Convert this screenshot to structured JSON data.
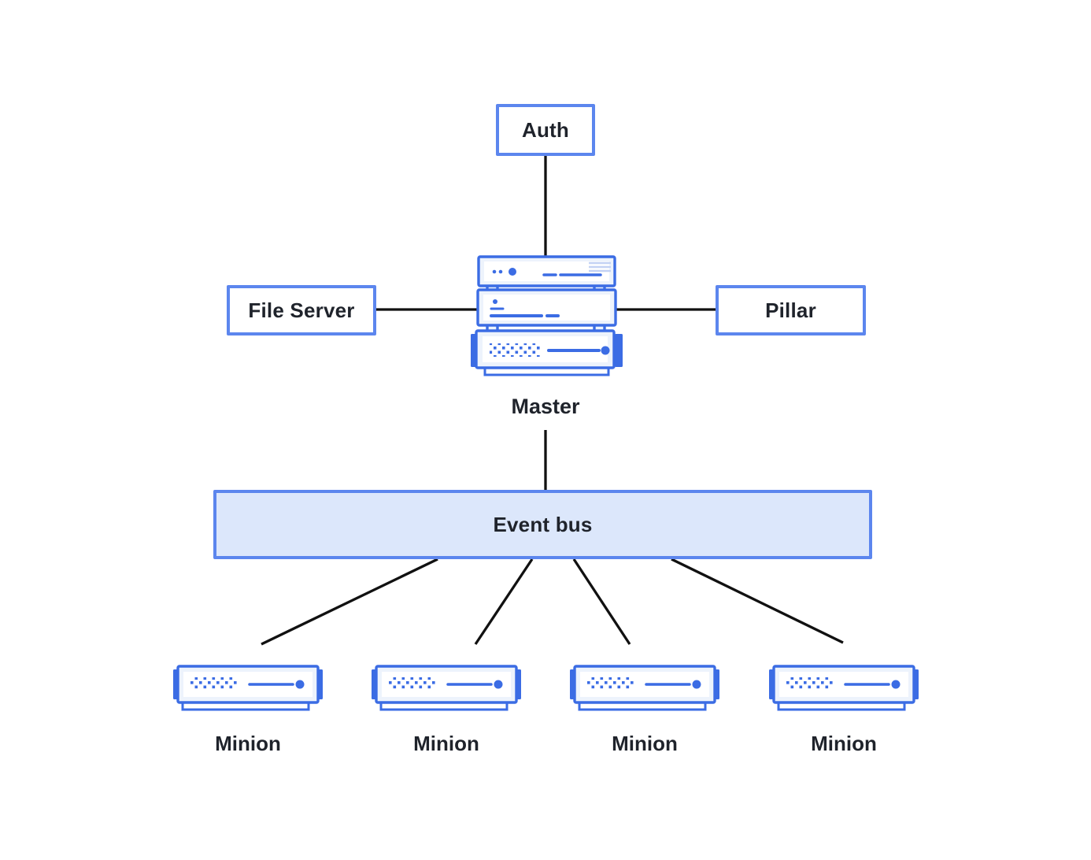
{
  "diagram": {
    "nodes": {
      "auth": {
        "label": "Auth"
      },
      "file_server": {
        "label": "File Server"
      },
      "pillar": {
        "label": "Pillar"
      },
      "master": {
        "label": "Master"
      },
      "event_bus": {
        "label": "Event bus"
      },
      "minions": [
        {
          "label": "Minion"
        },
        {
          "label": "Minion"
        },
        {
          "label": "Minion"
        },
        {
          "label": "Minion"
        }
      ]
    },
    "colors": {
      "box-border": "#5c86ee",
      "icon-blue": "#3b6ce4",
      "icon-fill": "#edf3fc",
      "bus-fill": "#dce7fb",
      "connector": "#111111",
      "text": "#1f232b",
      "background": "#ffffff"
    }
  }
}
